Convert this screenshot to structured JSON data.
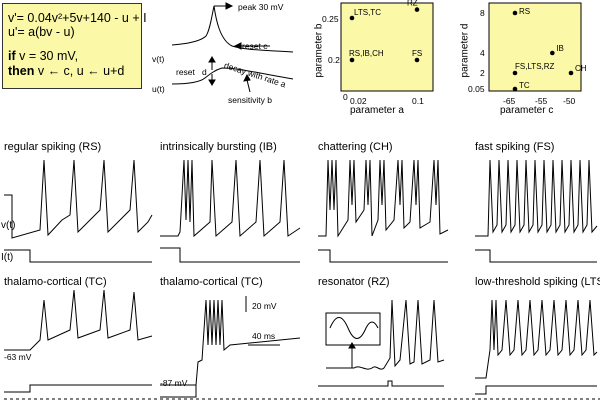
{
  "equations": {
    "line1": "v'= 0.04v²+5v+140 - u + I",
    "line2": "u'= a(bv - u)",
    "line3_if": "if",
    "line3_rest": " v = 30 mV,",
    "line4_then": "then",
    "line4_rest": " v ← c,   u ← u+d"
  },
  "schematic": {
    "peak": "peak 30 mV",
    "reset_c": "reset  c",
    "reset_d": "reset",
    "d": "d",
    "decay": "decay with  rate  a",
    "sensitivity": "sensitivity  b",
    "v_label": "v(t)",
    "u_label": "u(t)"
  },
  "chart_ab": {
    "type": "scatter",
    "xlabel": "parameter a",
    "ylabel": "parameter b",
    "x_ticks": [
      "0",
      "0.02",
      "0.1"
    ],
    "y_ticks": [
      "0.2",
      "0.25"
    ],
    "points": [
      {
        "label": "LTS,TC",
        "x": 0.02,
        "y": 0.25
      },
      {
        "label": "RZ",
        "x": 0.1,
        "y": 0.26
      },
      {
        "label": "RS,IB,CH",
        "x": 0.02,
        "y": 0.2
      },
      {
        "label": "FS",
        "x": 0.1,
        "y": 0.2
      }
    ]
  },
  "chart_cd": {
    "type": "scatter",
    "xlabel": "parameter c",
    "ylabel": "parameter d",
    "x_ticks": [
      "-65",
      "-55",
      "-50"
    ],
    "y_ticks": [
      "8",
      "4",
      "2",
      "0.05"
    ],
    "points": [
      {
        "label": "RS",
        "x": -65,
        "y": 8
      },
      {
        "label": "IB",
        "x": -55,
        "y": 4
      },
      {
        "label": "FS,LTS,RZ",
        "x": -65,
        "y": 2
      },
      {
        "label": "CH",
        "x": -50,
        "y": 2
      },
      {
        "label": "TC",
        "x": -65,
        "y": 0.05
      }
    ]
  },
  "panels": [
    {
      "title": "regular spiking (RS)"
    },
    {
      "title": "intrinsically bursting (IB)"
    },
    {
      "title": "chattering (CH)"
    },
    {
      "title": "fast spiking (FS)"
    },
    {
      "title": "thalamo-cortical (TC)"
    },
    {
      "title": "thalamo-cortical (TC)"
    },
    {
      "title": "resonator (RZ)"
    },
    {
      "title": "low-threshold spiking (LTS)"
    }
  ],
  "labels": {
    "vt": "v(t)",
    "it": "I(t)",
    "minus63": "-63 mV",
    "minus87": "-87 mV",
    "scale_mv": "20 mV",
    "scale_ms": "40 ms"
  }
}
